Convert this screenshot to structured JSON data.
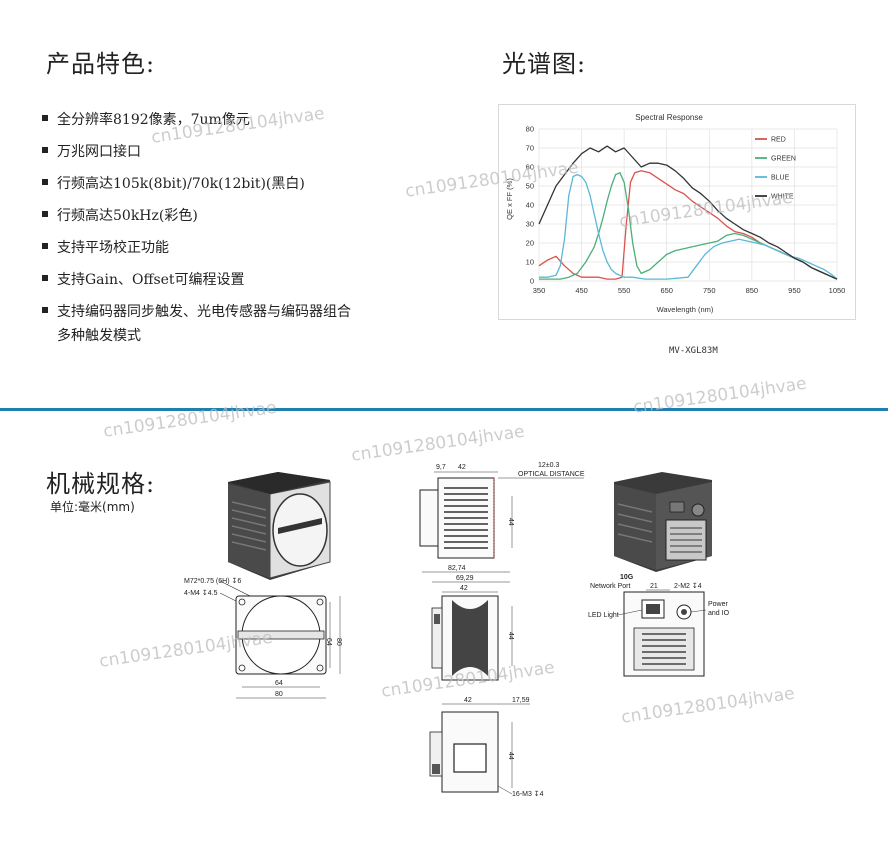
{
  "features": {
    "title": "产品特色:",
    "items": [
      "全分辨率8192像素，7um像元",
      "万兆网口接口",
      "行频高达105k(8bit)/70k(12bit)(黑白)",
      "行频高达50kHz(彩色)",
      "支持平场校正功能",
      "支持Gain、Offset可编程设置",
      "支持编码器同步触发、光电传感器与编码器组合",
      "多种触发模式"
    ]
  },
  "spectrum": {
    "title": "光谱图:",
    "model": "MV-XGL83M"
  },
  "chart_data": {
    "type": "line",
    "title": "Spectral Response",
    "xlabel": "Wavelength (nm)",
    "ylabel": "QE x FF (%)",
    "xlim": [
      350,
      1050
    ],
    "ylim": [
      0,
      80
    ],
    "xticks": [
      350,
      450,
      550,
      650,
      750,
      850,
      950,
      1050
    ],
    "yticks": [
      0,
      10,
      20,
      30,
      40,
      50,
      60,
      70,
      80
    ],
    "grid": true,
    "legend_position": "top-right",
    "series": [
      {
        "name": "RED",
        "color": "#d9534f",
        "x": [
          350,
          370,
          390,
          410,
          430,
          450,
          470,
          490,
          510,
          530,
          545,
          555,
          565,
          575,
          590,
          610,
          630,
          650,
          670,
          690,
          710,
          730,
          750,
          770,
          790,
          810,
          830,
          850,
          870,
          890,
          910,
          930,
          950,
          970,
          990,
          1010,
          1030,
          1050
        ],
        "y": [
          8,
          11,
          13,
          8,
          4,
          2,
          2,
          2,
          1,
          1,
          2,
          30,
          52,
          57,
          58,
          57,
          54,
          51,
          48,
          46,
          42,
          39,
          36,
          33,
          29,
          26,
          25,
          23,
          20,
          18,
          16,
          14,
          12,
          10,
          7,
          5,
          3,
          1
        ]
      },
      {
        "name": "GREEN",
        "color": "#4cae7a",
        "x": [
          350,
          380,
          400,
          420,
          440,
          460,
          480,
          490,
          500,
          510,
          520,
          530,
          540,
          550,
          560,
          570,
          580,
          590,
          610,
          630,
          650,
          670,
          690,
          710,
          730,
          750,
          770,
          790,
          810,
          830,
          850,
          870,
          890,
          910,
          930,
          950,
          970,
          990,
          1010,
          1030,
          1050
        ],
        "y": [
          1,
          1,
          1,
          2,
          4,
          10,
          18,
          25,
          33,
          42,
          50,
          56,
          57,
          52,
          38,
          20,
          8,
          4,
          6,
          10,
          14,
          16,
          17,
          18,
          19,
          20,
          21,
          24,
          25,
          24,
          22,
          20,
          18,
          16,
          14,
          12,
          10,
          7,
          5,
          3,
          1
        ]
      },
      {
        "name": "BLUE",
        "color": "#5bb8d6",
        "x": [
          350,
          370,
          390,
          400,
          410,
          420,
          430,
          440,
          450,
          460,
          470,
          480,
          490,
          500,
          510,
          520,
          530,
          550,
          570,
          600,
          650,
          700,
          720,
          740,
          760,
          780,
          800,
          820,
          840,
          860,
          880,
          900,
          920,
          940,
          960,
          980,
          1000,
          1020,
          1040,
          1050
        ],
        "y": [
          2,
          2,
          3,
          8,
          22,
          45,
          55,
          56,
          55,
          52,
          45,
          35,
          25,
          16,
          10,
          6,
          4,
          2,
          2,
          1,
          1,
          2,
          8,
          14,
          18,
          20,
          21,
          22,
          21,
          20,
          19,
          17,
          15,
          13,
          12,
          10,
          8,
          6,
          3,
          1
        ]
      },
      {
        "name": "WHITE",
        "color": "#333333",
        "x": [
          350,
          370,
          390,
          410,
          430,
          450,
          470,
          490,
          510,
          530,
          550,
          570,
          590,
          610,
          630,
          650,
          670,
          690,
          710,
          730,
          750,
          770,
          790,
          810,
          830,
          850,
          870,
          890,
          910,
          930,
          950,
          970,
          990,
          1010,
          1030,
          1050
        ],
        "y": [
          30,
          40,
          50,
          56,
          62,
          67,
          70,
          68,
          71,
          68,
          70,
          65,
          60,
          62,
          62,
          61,
          58,
          54,
          49,
          46,
          42,
          37,
          33,
          30,
          27,
          25,
          23,
          20,
          18,
          15,
          12,
          10,
          7,
          5,
          3,
          1
        ]
      }
    ]
  },
  "mech": {
    "title": "机械规格:",
    "unit": "单位:毫米(mm)",
    "labels": {
      "d9_7": "9,7",
      "d42a": "42",
      "d12": "12±0.3",
      "optical": "OPTICAL DISTANCE",
      "d44a": "44",
      "m72": "M72*0.75 (6H) ↧6",
      "m4": "4-M4 ↧4.5",
      "d64v": "64",
      "d80v": "80",
      "d64h": "64",
      "d80h": "80",
      "d82_74": "82,74",
      "d69_29": "69,29",
      "d42b": "42",
      "d44b": "44",
      "d42c": "42",
      "d17_59": "17,59",
      "d44c": "44",
      "m3": "16-M3 ↧4",
      "tenG": "10G",
      "network": "Network Port",
      "d21": "21",
      "m2": "2-M2 ↧4",
      "led": "LED Light",
      "power": "Power",
      "andio": "and IO"
    }
  },
  "watermark": "cn1091280104jhvae"
}
